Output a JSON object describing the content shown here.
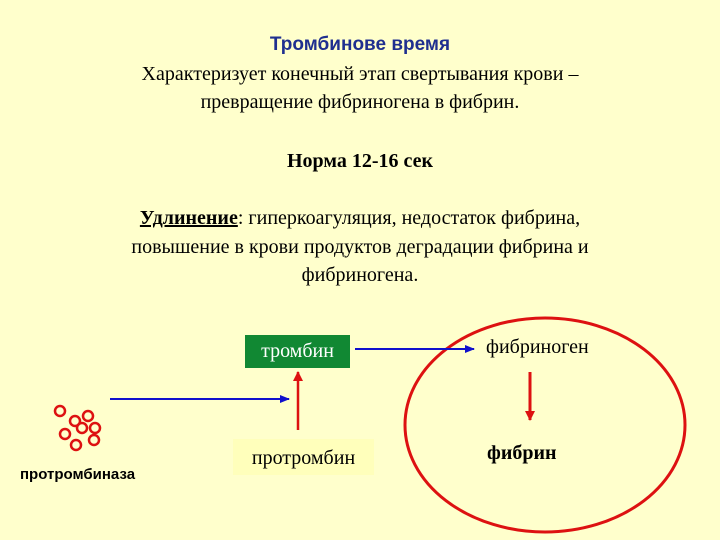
{
  "title": "Тромбинове время",
  "description": [
    "Характеризует конечный этап свертывания крови –",
    "превращение фибриногена в фибрин."
  ],
  "norma": "Норма 12-16 сек",
  "extension": {
    "label": "Удлинение",
    "colon": ":",
    "line1_rest": " гиперкоагуляция, недостаток фибрина,",
    "line2": "повышение в крови продуктов деградации фибрина и",
    "line3": "фибриногена."
  },
  "nodes": {
    "thrombin": "тромбин",
    "prothrombin": "протромбин",
    "fibrinogen": "фибриноген",
    "fibrin": "фибрин",
    "prothrombinase": "протромбиназа"
  },
  "colors": {
    "background": "#ffffcc",
    "title": "#1f2f8f",
    "thrombin_box": "#118833",
    "blue_arrow": "#1010cc",
    "red": "#dd1111"
  }
}
